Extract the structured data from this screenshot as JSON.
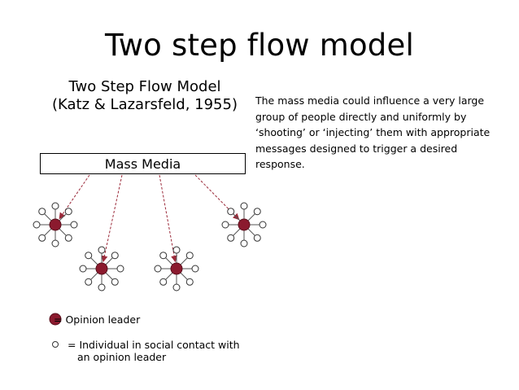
{
  "slide": {
    "title": "Two step flow model"
  },
  "diagram": {
    "title_line1": "Two Step Flow Model",
    "title_line2": "(Katz & Lazarsfeld, 1955)",
    "source_label": "Mass Media",
    "colors": {
      "opinion_leader": "#8b1a2e",
      "arrow": "#9b2a3a",
      "line": "#555555"
    }
  },
  "description": {
    "lines": [
      "The mass media could influence a very large",
      "group of people directly and uniformly by",
      "‘shooting’ or ‘injecting’ them with appropriate",
      "messages designed to trigger a desired",
      "response."
    ]
  },
  "legend": {
    "leader_label": "= Opinion leader",
    "individual_line1": "= Individual in social contact with",
    "individual_line2": "an opinion leader"
  }
}
